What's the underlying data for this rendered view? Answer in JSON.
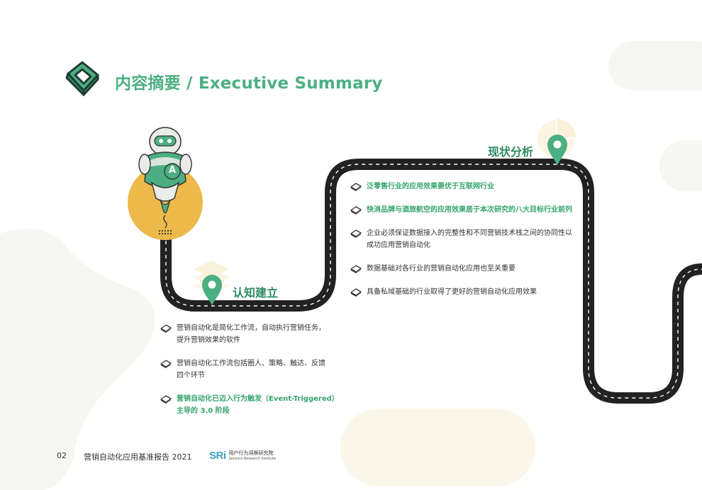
{
  "page": {
    "title": "内容摘要 / Executive Summary",
    "accent_color": "#4caf82",
    "dark_green": "#2e8b62",
    "road_color": "#222222",
    "mascot_badge": "A"
  },
  "stages": {
    "awareness": {
      "label": "认知建立",
      "icon": "map-pin-icon",
      "bullets": [
        {
          "text": "营销自动化是简化工作流，自动执行营销任务，\n提升营销效果的软件",
          "highlight": false
        },
        {
          "text": "营销自动化工作流包括圈人、策略、触达、反馈\n四个环节",
          "highlight": false
        },
        {
          "text": "营销自动化已迈入行为触发（Event-Triggered）\n主导的 3.0 阶段",
          "highlight": true
        }
      ]
    },
    "analysis": {
      "label": "现状分析",
      "icon": "map-pin-icon",
      "bullets": [
        {
          "text": "泛零售行业的应用效果要优于互联网行业",
          "highlight": true
        },
        {
          "text": "快消品牌与酒旅航空的应用效果居于本次研究的八大目标行业前列",
          "highlight": true
        },
        {
          "text": "企业必须保证数据接入的完整性和不同营销技术栈之间的协同性以\n成功应用营销自动化",
          "highlight": false
        },
        {
          "text": "数据基础对各行业的营销自动化应用也至关重要",
          "highlight": false
        },
        {
          "text": "具备私域基础的行业取得了更好的营销自动化应用效果",
          "highlight": false
        }
      ]
    }
  },
  "footer": {
    "page_number": "02",
    "report_title": "营销自动化应用基准报告 2021",
    "logo_mark": "SRi",
    "institute_cn": "用户行为洞察研究院",
    "institute_en": "Sensors Research Institute"
  }
}
